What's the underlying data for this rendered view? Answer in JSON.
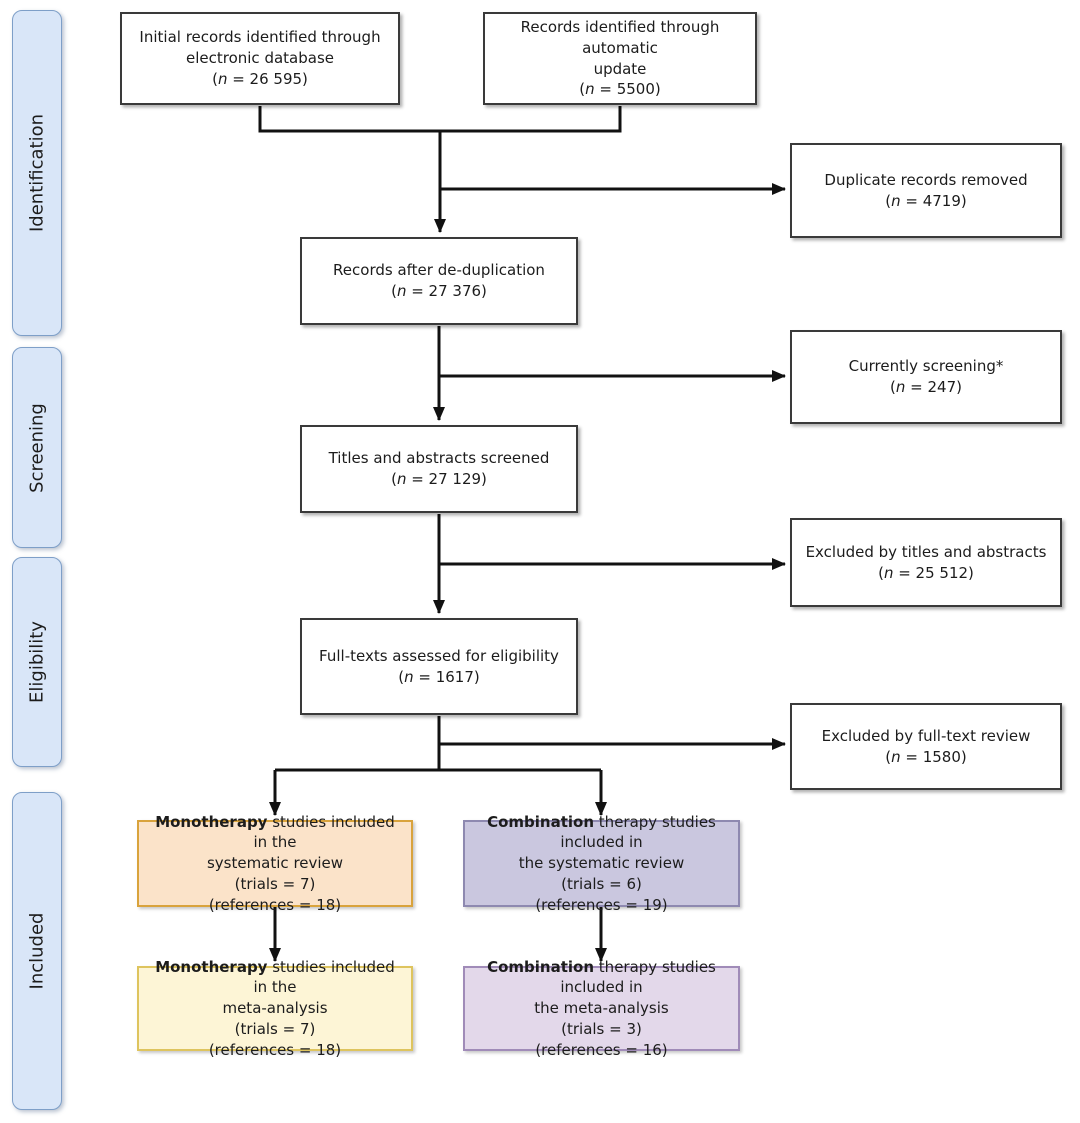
{
  "colors": {
    "sidebar_fill": "#d9e6f8",
    "sidebar_border": "#7e9fc8",
    "box_border": "#3a3a3a",
    "arrow": "#111111",
    "mono_sr_fill": "#fbe3c9",
    "mono_sr_border": "#d9a33c",
    "combo_sr_fill": "#cac7df",
    "combo_sr_border": "#8e89b0",
    "mono_ma_fill": "#fdf5d6",
    "mono_ma_border": "#dec45e",
    "combo_ma_fill": "#e3d8ea",
    "combo_ma_border": "#a08bb8"
  },
  "sidebar": {
    "stages": [
      {
        "label": "Identification"
      },
      {
        "label": "Screening"
      },
      {
        "label": "Eligibility"
      },
      {
        "label": "Included"
      }
    ]
  },
  "flow": {
    "initial_records": {
      "line1": "Initial records identified through",
      "line2": "electronic database",
      "n_open": "(",
      "n_var": "n",
      "n_rest": " = 26 595)"
    },
    "auto_update": {
      "line1": "Records identified through automatic",
      "line2": "update",
      "n_open": "(",
      "n_var": "n",
      "n_rest": " = 5500)"
    },
    "dedup": {
      "line1": "Records after de-duplication",
      "n_open": "(",
      "n_var": "n",
      "n_rest": " = 27 376)"
    },
    "titles_screened": {
      "line1": "Titles and abstracts screened",
      "n_open": "(",
      "n_var": "n",
      "n_rest": " = 27 129)"
    },
    "fulltext": {
      "line1": "Full-texts assessed for eligibility",
      "n_open": "(",
      "n_var": "n",
      "n_rest": " = 1617)"
    },
    "dup_removed": {
      "line1": "Duplicate records removed",
      "n_open": "(",
      "n_var": "n",
      "n_rest": " = 4719)"
    },
    "screening_now": {
      "line1": "Currently screening*",
      "n_open": "(",
      "n_var": "n",
      "n_rest": " = 247)"
    },
    "excl_titles": {
      "line1": "Excluded by titles and abstracts",
      "n_open": "(",
      "n_var": "n",
      "n_rest": " = 25 512)"
    },
    "excl_fulltext": {
      "line1": "Excluded by full-text review",
      "n_open": "(",
      "n_var": "n",
      "n_rest": " = 1580)"
    }
  },
  "included": {
    "mono_sr": {
      "bold": "Monotherapy",
      "rest": " studies included in the",
      "line2": "systematic review",
      "trials": "(trials = 7)",
      "references": "(references = 18)"
    },
    "combo_sr": {
      "bold": "Combination",
      "rest": " therapy studies included in",
      "line2": "the systematic review",
      "trials": "(trials = 6)",
      "references": "(references = 19)"
    },
    "mono_ma": {
      "bold": "Monotherapy",
      "rest": " studies included in the",
      "line2": "meta-analysis",
      "trials": "(trials = 7)",
      "references": "(references = 18)"
    },
    "combo_ma": {
      "bold": "Combination",
      "rest": " therapy studies included in",
      "line2": "the meta-analysis",
      "trials": "(trials = 3)",
      "references": "(references = 16)"
    }
  }
}
